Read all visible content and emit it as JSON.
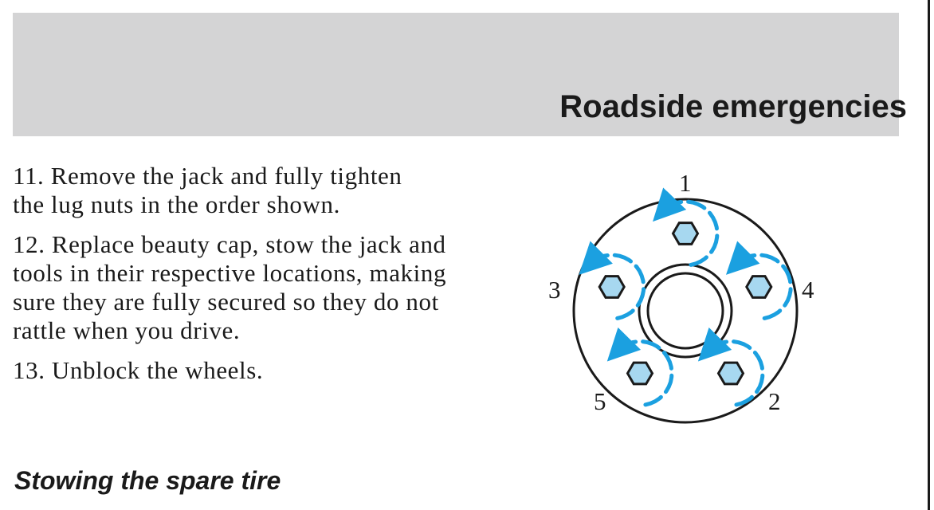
{
  "header": {
    "title": "Roadside emergencies"
  },
  "steps": [
    "11. Remove the jack and fully tighten the lug nuts in the order shown.",
    "12. Replace beauty cap, stow the jack and tools in their respective locations, making sure they are fully secured so they do not rattle when you drive.",
    "13. Unblock the wheels."
  ],
  "subheading": "Stowing the spare tire",
  "diagram": {
    "lug_order_labels": [
      "1",
      "2",
      "3",
      "4",
      "5"
    ],
    "colors": {
      "arrow": "#1ba0e0",
      "nut_fill": "#a7d8f0",
      "outline": "#1a1a1a"
    }
  }
}
